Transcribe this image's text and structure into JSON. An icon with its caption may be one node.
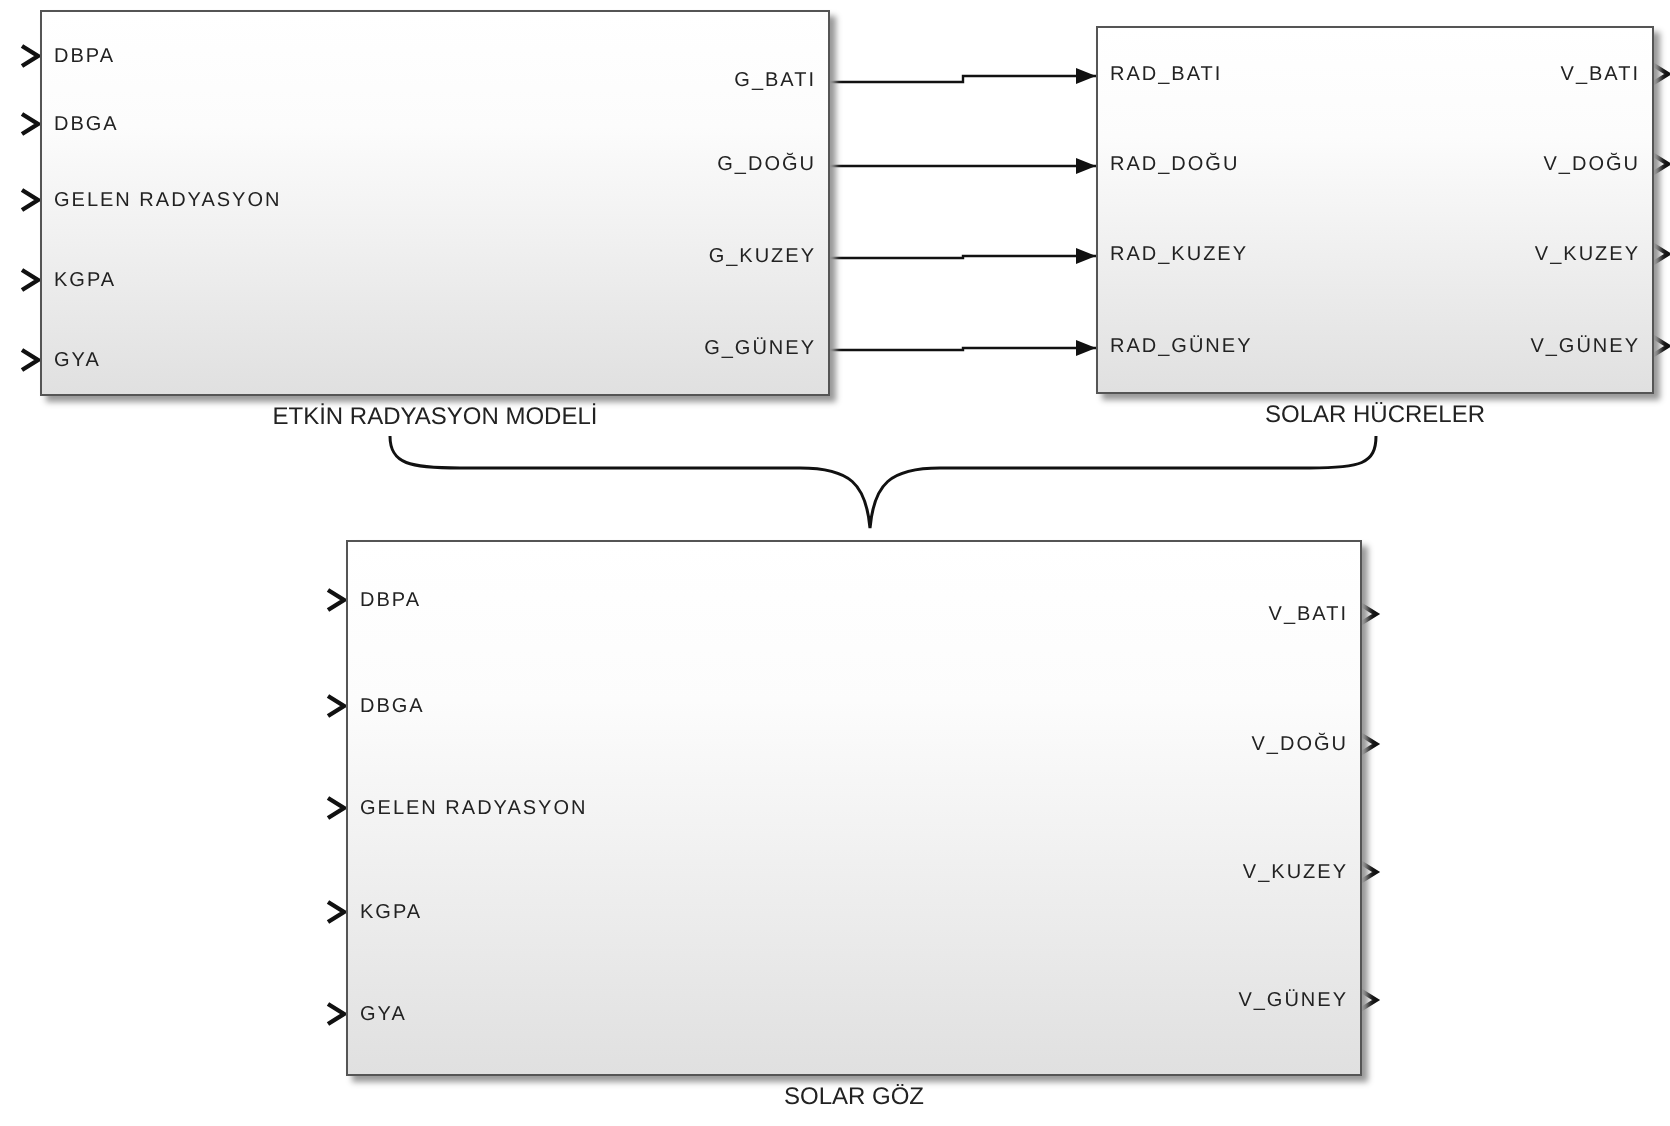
{
  "diagram": {
    "nodes": [
      {
        "text": [
          "ETKİN RADYASYON MODELİ"
        ]
      },
      {
        "text": [
          "DBPA"
        ],
        "in": 0
      },
      {
        "text": [
          "DBGA"
        ],
        "in": 0
      },
      {
        "text": [
          "GELEN RADYASYON"
        ],
        "in": 0
      },
      {
        "text": [
          "KGPA"
        ],
        "in": 0
      },
      {
        "text": [
          "GYA"
        ],
        "in": 0
      },
      {
        "text": [
          "G_BATI"
        ],
        "in": 0
      },
      {
        "text": [
          "G_DOĞU"
        ],
        "in": 0
      },
      {
        "text": [
          "G_KUZEY"
        ],
        "in": 0
      },
      {
        "text": [
          "G_GÜNEY"
        ],
        "in": 0
      },
      {
        "text": [
          "SOLAR HÜCRELER"
        ]
      },
      {
        "text": [
          "RAD_BATI"
        ],
        "in": 10
      },
      {
        "text": [
          "RAD_DOĞU"
        ],
        "in": 10
      },
      {
        "text": [
          "RAD_KUZEY"
        ],
        "in": 10
      },
      {
        "text": [
          "RAD_GÜNEY"
        ],
        "in": 10
      },
      {
        "text": [
          "V_BATI"
        ],
        "in": 10
      },
      {
        "text": [
          "V_DOĞU"
        ],
        "in": 10
      },
      {
        "text": [
          "V_KUZEY"
        ],
        "in": 10
      },
      {
        "text": [
          "V_GÜNEY"
        ],
        "in": 10
      },
      {
        "text": [
          "SOLAR GÖZ"
        ]
      },
      {
        "text": [
          "DBPA"
        ],
        "in": 19
      },
      {
        "text": [
          "DBGA"
        ],
        "in": 19
      },
      {
        "text": [
          "GELEN RADYASYON"
        ],
        "in": 19
      },
      {
        "text": [
          "KGPA"
        ],
        "in": 19
      },
      {
        "text": [
          "GYA"
        ],
        "in": 19
      },
      {
        "text": [
          "V_BATI"
        ],
        "in": 19
      },
      {
        "text": [
          "V_DOĞU"
        ],
        "in": 19
      },
      {
        "text": [
          "V_KUZEY"
        ],
        "in": 19
      },
      {
        "text": [
          "V_GÜNEY"
        ],
        "in": 19
      }
    ],
    "edges": [
      {
        "from": 6,
        "to": 11,
        "arrow": "to"
      },
      {
        "from": 7,
        "to": 12,
        "arrow": "to"
      },
      {
        "from": 8,
        "to": 13,
        "arrow": "to"
      },
      {
        "from": 9,
        "to": 14,
        "arrow": "to"
      }
    ]
  }
}
